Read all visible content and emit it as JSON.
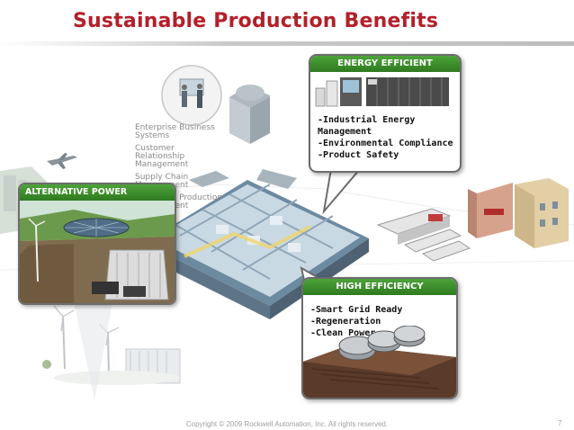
{
  "slide": {
    "title": "Sustainable Production Benefits",
    "enterprise_labels": [
      "Enterprise Business Systems",
      "Customer Relationship Management",
      "Supply Chain Management",
      "Enterprise Production Management"
    ],
    "callouts": {
      "energy_efficient": {
        "heading": "ENERGY EFFICIENT",
        "bullets": [
          "-Industrial Energy Management",
          "-Environmental Compliance",
          "-Product Safety"
        ]
      },
      "alternative_power": {
        "heading": "ALTERNATIVE POWER"
      },
      "high_efficiency": {
        "heading": "HIGH EFFICIENCY",
        "bullets": [
          "-Smart Grid Ready",
          "-Regeneration",
          "-Clean Power"
        ]
      }
    },
    "footer": {
      "copyright": "Copyright © 2009 Rockwell Automation, Inc. All rights reserved.",
      "page_number": "7"
    },
    "colors": {
      "title_red": "#b3202a",
      "callout_green": "#3f8f2f",
      "footer_gray": "#a0a0a0"
    }
  }
}
